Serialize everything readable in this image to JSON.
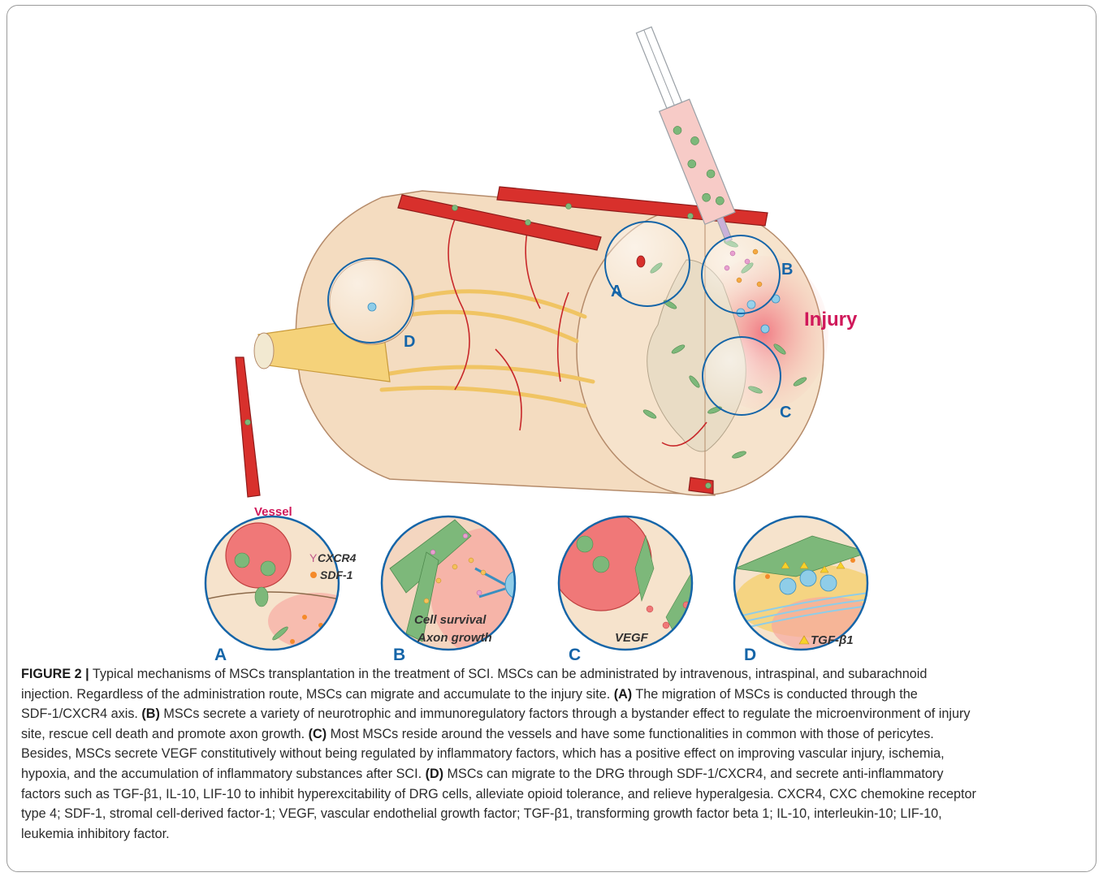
{
  "figure": {
    "panel_labels": {
      "top_A": "A",
      "top_B": "B",
      "top_C": "C",
      "top_D": "D",
      "bottom_A": "A",
      "bottom_B": "B",
      "bottom_C": "C",
      "bottom_D": "D"
    },
    "injury_label": "Injury",
    "vessel_label": "Vessel",
    "legend_cxcr4": "CXCR4",
    "legend_sdf1": "SDF-1",
    "cell_survival": "Cell survival",
    "axon_growth": "Axon growth",
    "vegf_label": "VEGF",
    "tgf_label": "TGF-β1",
    "colors": {
      "label_blue": "#1565a8",
      "injury_red": "#d0185a",
      "vessel_red": "#d8302c",
      "tissue_beige": "#f4dcc0",
      "msc_green": "#7db87a",
      "nerve_yellow": "#f5d27a"
    }
  },
  "caption": {
    "figure_label": "FIGURE 2 |",
    "intro_1": " Typical mechanisms of MSCs transplantation in the treatment of SCI. MSCs can be administrated by intravenous, intraspinal, and subarachnoid",
    "intro_2": "injection. Regardless of the administration route, MSCs can migrate and accumulate to the injury site. ",
    "a_label": "(A)",
    "a_text_1": " The migration of MSCs is conducted through the",
    "a_text_2": "SDF-1/CXCR4 axis. ",
    "b_label": "(B)",
    "b_text_1": " MSCs secrete a variety of neurotrophic and immunoregulatory factors through a bystander effect to regulate the microenvironment of injury",
    "b_text_2": "site, rescue cell death and promote axon growth. ",
    "c_label": "(C)",
    "c_text_1": " Most MSCs reside around the vessels and have some functionalities in common with those of pericytes.",
    "c_text_2": "Besides, MSCs secrete VEGF constitutively without being regulated by inflammatory factors, which has a positive effect on improving vascular injury, ischemia,",
    "c_text_3": "hypoxia, and the accumulation of inflammatory substances after SCI. ",
    "d_label": "(D)",
    "d_text_1": " MSCs can migrate to the DRG through SDF-1/CXCR4, and secrete anti-inflammatory",
    "d_text_2": "factors such as TGF-β1, IL-10, LIF-10 to inhibit hyperexcitability of DRG cells, alleviate opioid tolerance, and relieve hyperalgesia. CXCR4, CXC chemokine receptor",
    "abbr_1": "type 4; SDF-1, stromal cell-derived factor-1; VEGF, vascular endothelial growth factor; TGF-β1, transforming growth factor beta 1; IL-10, interleukin-10; LIF-10,",
    "abbr_2": "leukemia inhibitory factor."
  }
}
